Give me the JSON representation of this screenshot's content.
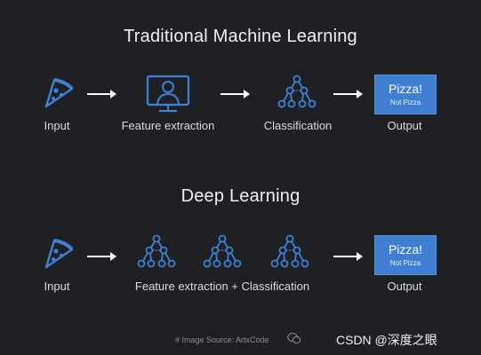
{
  "section1": {
    "title": "Traditional Machine Learning",
    "input_label": "Input",
    "feature_label": "Feature extraction",
    "classification_label": "Classification",
    "output_label": "Output",
    "output_main": "Pizza!",
    "output_sub": "Not Pizza"
  },
  "section2": {
    "title": "Deep Learning",
    "input_label": "Input",
    "combined_label": "Feature extraction + Classification",
    "output_label": "Output",
    "output_main": "Pizza!",
    "output_sub": "Not Pizza"
  },
  "footer": {
    "source": "# Image Source: ArtxCode"
  },
  "watermark": "CSDN @深度之眼",
  "colors": {
    "background": "#1e2024",
    "icon_blue": "#3d82d6",
    "output_box": "#3f7ed1",
    "arrow": "#ffffff"
  },
  "icons": {
    "input": "pizza-slice-icon",
    "feature": "person-on-screen-icon",
    "classification": "tree-network-icon"
  }
}
